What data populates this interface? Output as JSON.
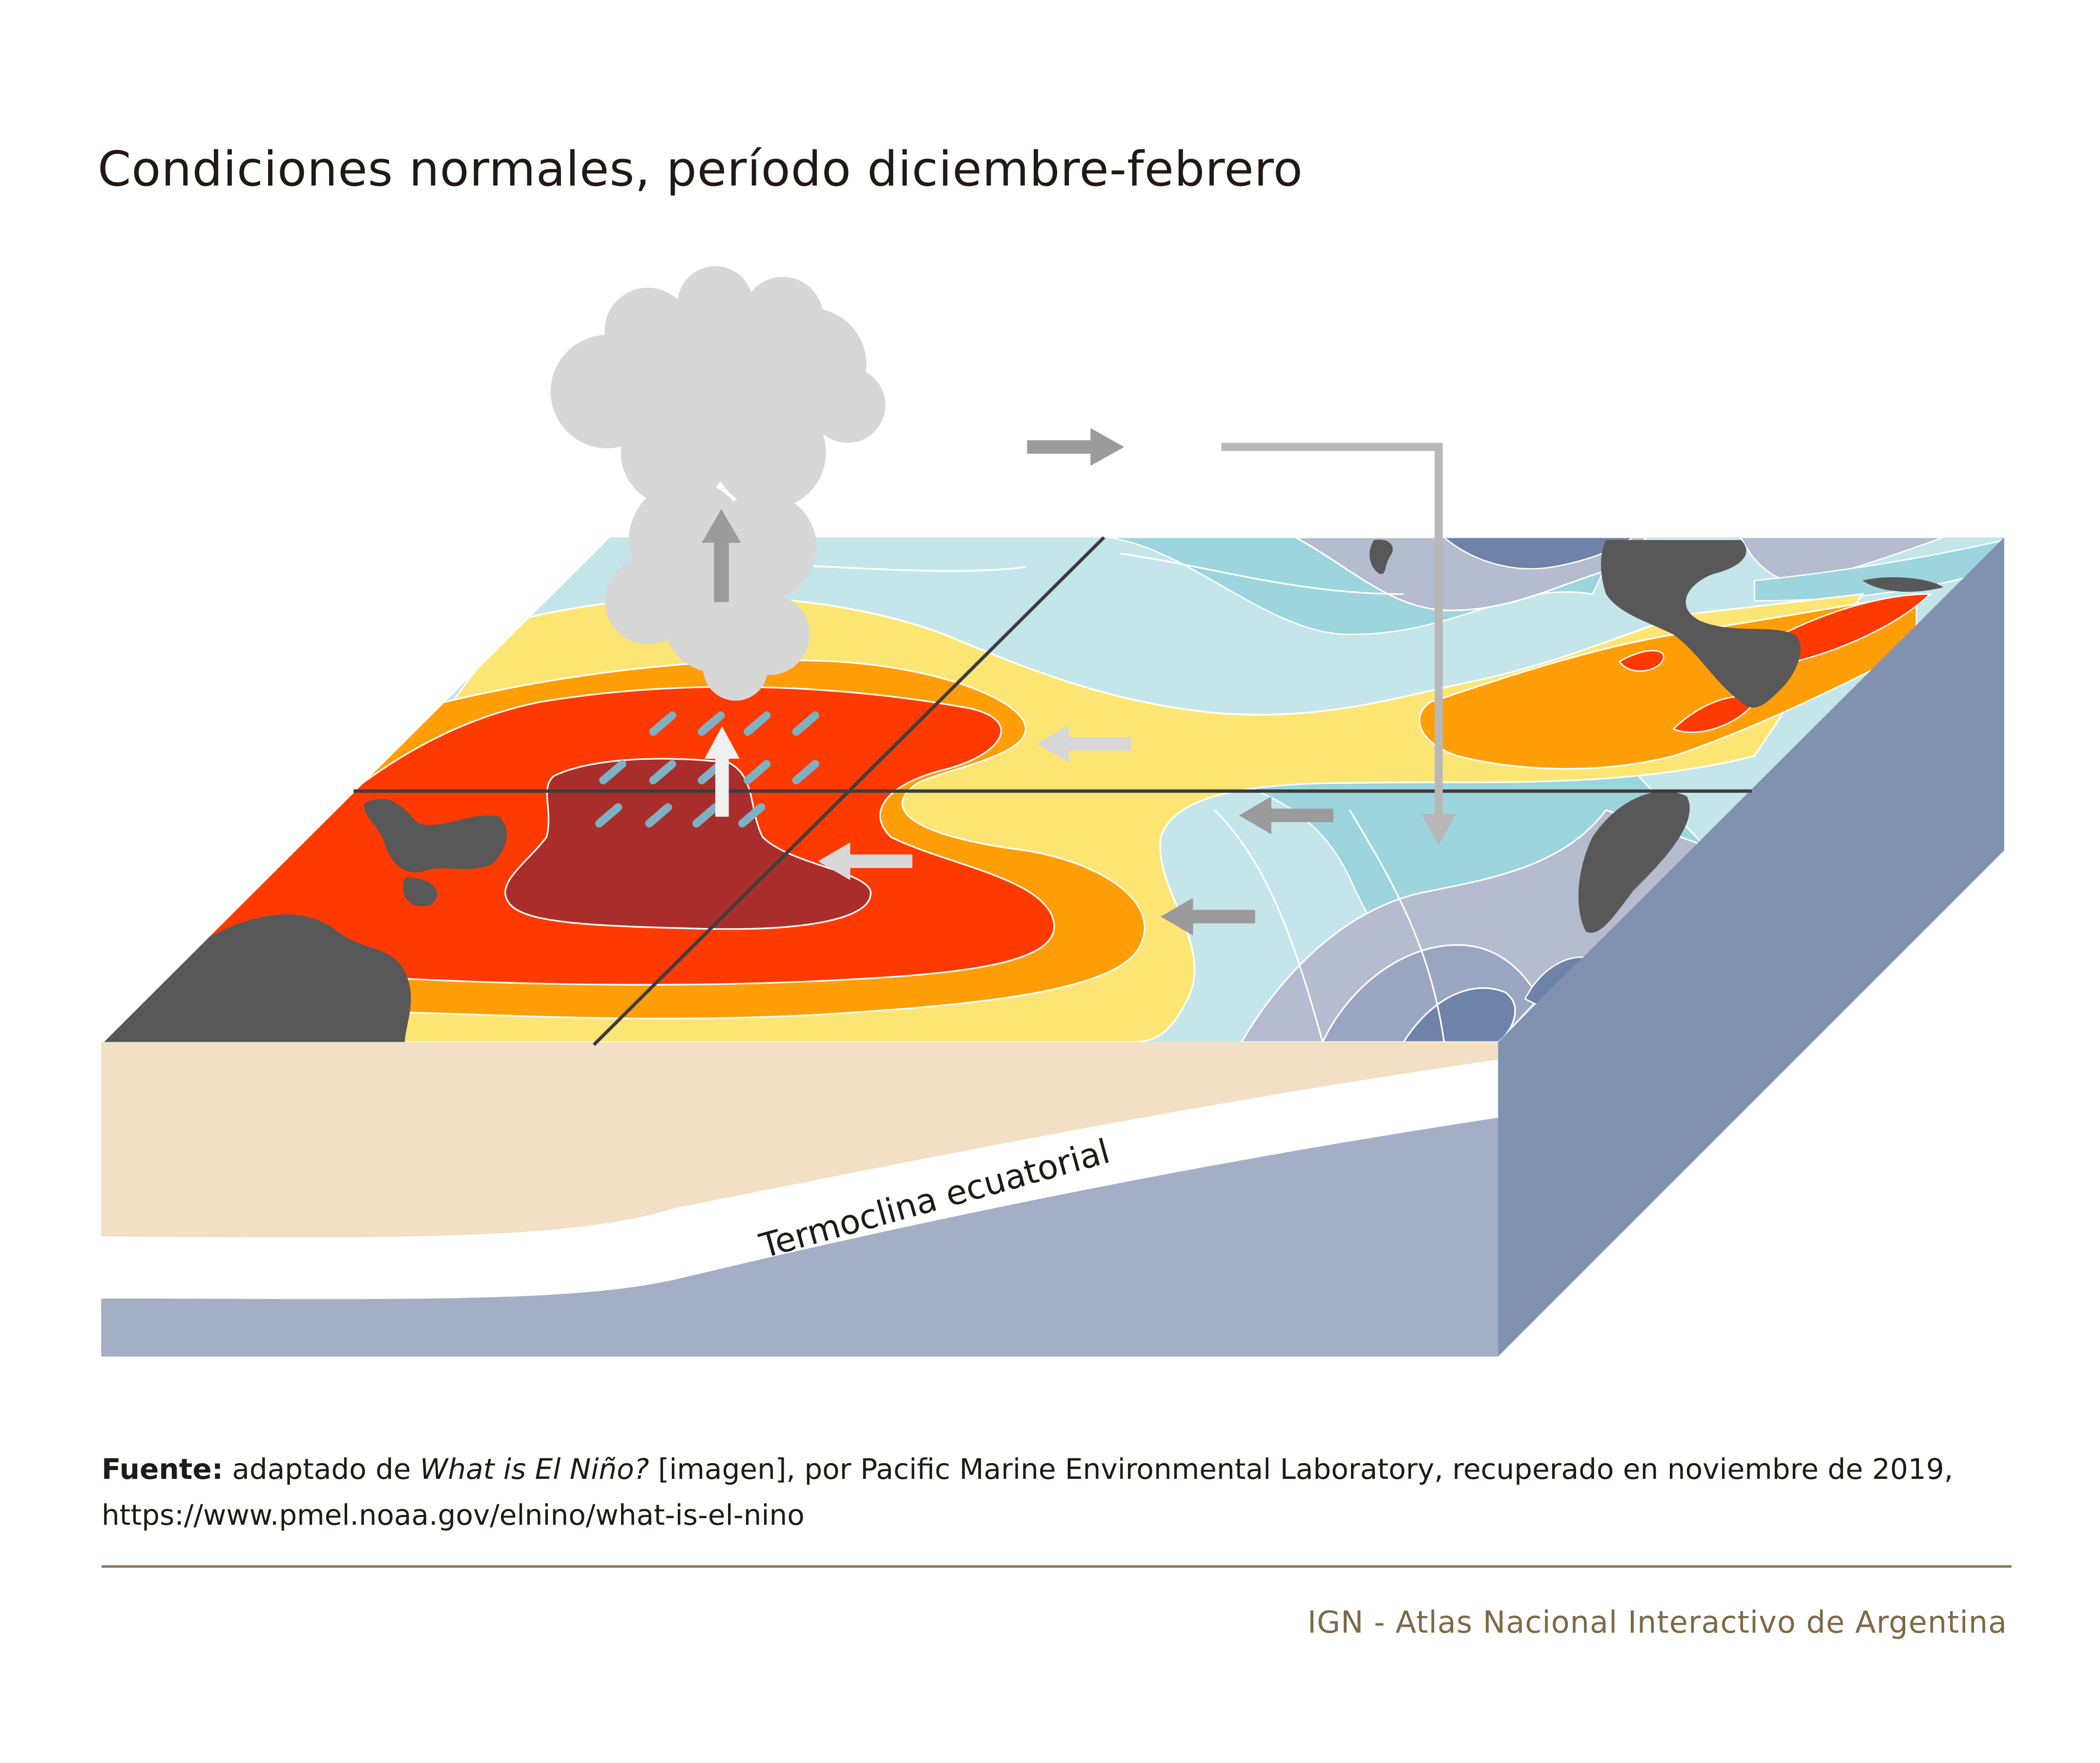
{
  "title": "Condiciones normales, período diciembre-febrero",
  "diagram": {
    "thermocline_label": "Termoclina ecuatorial"
  },
  "source": {
    "label": "Fuente:",
    "text_before": " adaptado de ",
    "work_title": "What is El Niño?",
    "text_after": " [imagen], por Pacific Marine Environmental Laboratory, recuperado en noviembre de 2019,",
    "url": "https://www.pmel.noaa.gov/elnino/what-is-el-nino"
  },
  "credit": "IGN - Atlas Nacional Interactivo de Argentina",
  "colors": {
    "very_warm": "#a92d2b",
    "warm": "#ff3a00",
    "orange": "#ff9e07",
    "yellow": "#fde574",
    "light_cyan": "#c4e6ea",
    "cyan": "#9dd5de",
    "grey_blue": "#b5bcd0",
    "slate_blue": "#6f82a7",
    "land": "#585858",
    "upper_ocean": "#f3dfc3",
    "deep_ocean": "#a4afc6",
    "side_face": "#8191b0",
    "cloud": "#d7d7d7",
    "arrow": "#9b9b9b",
    "rain": "#7db1c3"
  }
}
